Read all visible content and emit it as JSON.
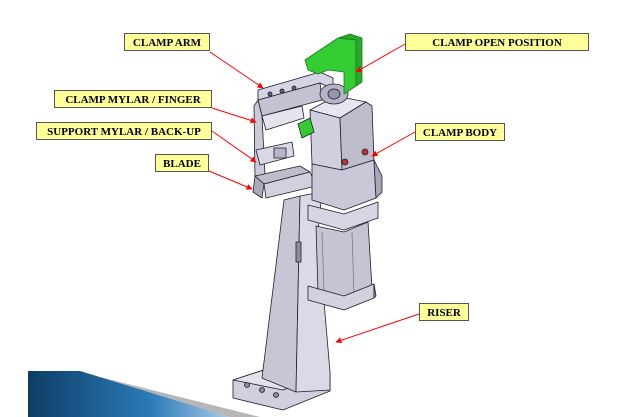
{
  "labels": {
    "clamp_arm": "CLAMP ARM",
    "clamp_mylar_finger": "CLAMP MYLAR  / FINGER",
    "support_mylar_backup": "SUPPORT MYLAR / BACK-UP",
    "blade": "BLADE",
    "clamp_open_position": "CLAMP OPEN POSITION",
    "clamp_body": "CLAMP BODY",
    "riser": "RISER"
  },
  "colors": {
    "label_fill": "#ffff99",
    "arrow": "#ff0000",
    "part_metal": "#d4d4e2",
    "part_green": "#33cc33",
    "accent_bar": "#1a5a8a"
  }
}
